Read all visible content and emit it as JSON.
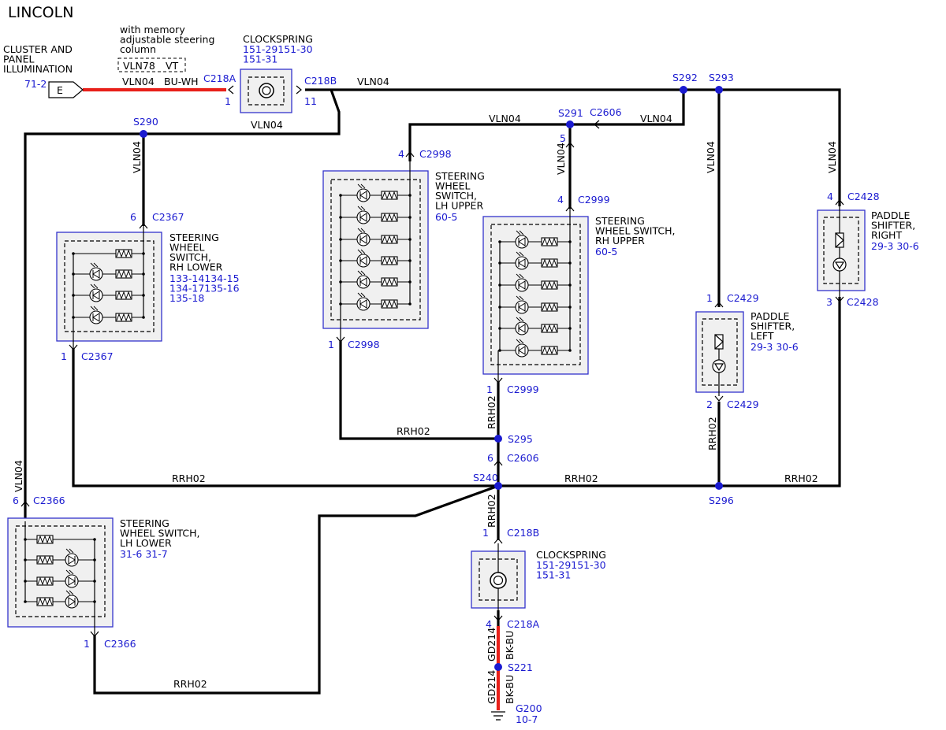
{
  "title": "LINCOLN",
  "source": {
    "label": "CLUSTER AND\nPANEL\nILLUMINATION",
    "ref": "71-2",
    "pin_letter": "E"
  },
  "option_note": {
    "text": "with memory\nadjustable steering\ncolumn",
    "alt_circuit": "VLN78",
    "alt_color": "VT"
  },
  "wires": {
    "vln04": "VLN04",
    "rrh02": "RRH02",
    "gd214": "GD214",
    "bu_wh": "BU-WH",
    "bk_bu": "BK-BU"
  },
  "connectors": {
    "c218a_top": "C218A",
    "c218a_top_pin": "1",
    "c218b_top": "C218B",
    "c218b_top_pin": "11",
    "c2367_top": "C2367",
    "c2367_top_pin": "6",
    "c2367_bot": "C2367",
    "c2367_bot_pin": "1",
    "c2998_top": "C2998",
    "c2998_top_pin": "4",
    "c2998_bot": "C2998",
    "c2998_bot_pin": "1",
    "c2606_top": "C2606",
    "c2999_pin5": "5",
    "c2999_top": "C2999",
    "c2999_top_pin": "4",
    "c2999_bot": "C2999",
    "c2999_bot_pin": "1",
    "c2428_top": "C2428",
    "c2428_top_pin": "4",
    "c2428_bot": "C2428",
    "c2428_bot_pin": "3",
    "c2429_top": "C2429",
    "c2429_top_pin": "1",
    "c2429_bot": "C2429",
    "c2429_bot_pin": "2",
    "c2606_bot": "C2606",
    "c2606_bot_pin": "6",
    "c2366_top": "C2366",
    "c2366_top_pin": "6",
    "c2366_bot": "C2366",
    "c2366_bot_pin": "1",
    "c218b_bot": "C218B",
    "c218b_bot_pin": "1",
    "c218a_bot": "C218A",
    "c218a_bot_pin": "4"
  },
  "splices": {
    "s290": "S290",
    "s291": "S291",
    "s292": "S292",
    "s293": "S293",
    "s295": "S295",
    "s240": "S240",
    "s296": "S296",
    "s221": "S221"
  },
  "components": {
    "clockspring_top": {
      "name": "CLOCKSPRING",
      "refs": "151-29151-30\n151-31"
    },
    "clockspring_bot": {
      "name": "CLOCKSPRING",
      "refs": "151-29151-30\n151-31"
    },
    "sws_rh_lower": {
      "name": "STEERING\nWHEEL\nSWITCH,\nRH LOWER",
      "refs": "133-14134-15\n134-17135-16\n135-18"
    },
    "sws_lh_upper": {
      "name": "STEERING\nWHEEL\nSWITCH,\nLH UPPER",
      "refs": "60-5"
    },
    "sws_rh_upper": {
      "name": "STEERING\nWHEEL SWITCH,\nRH UPPER",
      "refs": "60-5"
    },
    "paddle_right": {
      "name": "PADDLE\nSHIFTER,\nRIGHT",
      "refs": "29-3   30-6"
    },
    "paddle_left": {
      "name": "PADDLE\nSHIFTER,\nLEFT",
      "refs": "29-3   30-6"
    },
    "sws_lh_lower": {
      "name": "STEERING\nWHEEL SWITCH,\nLH LOWER",
      "refs": "31-6   31-7"
    }
  },
  "ground": {
    "name": "G200",
    "ref": "10-7"
  },
  "colors": {
    "wire": "#000000",
    "highlight": "#e8201a",
    "reference": "#1a1ad0",
    "box_border": "#3333cc"
  }
}
